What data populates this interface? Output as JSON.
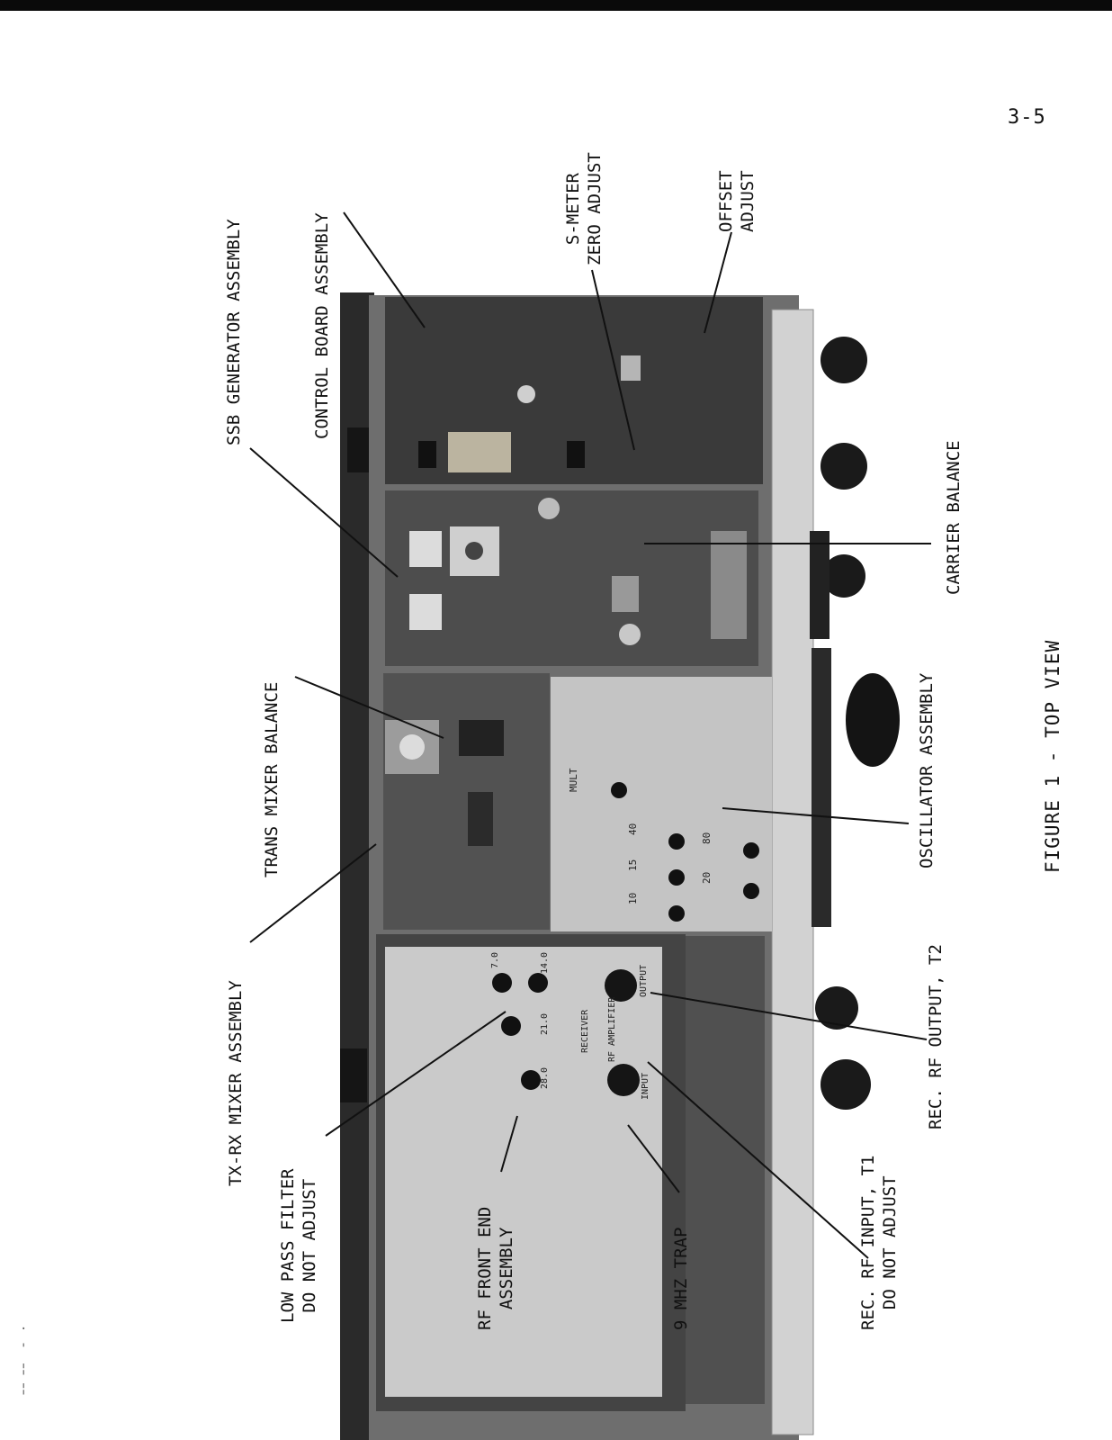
{
  "page_number": "3-5",
  "figure_caption": "FIGURE 1 - TOP VIEW",
  "callouts": {
    "ssb_generator": "SSB GENERATOR ASSEMBLY",
    "control_board": "CONTROL BOARD ASSEMBLY",
    "s_meter_zero": "S-METER\nZERO ADJUST",
    "offset_adjust": "OFFSET\nADJUST",
    "carrier_balance": "CARRIER BALANCE",
    "trans_mixer_balance": "TRANS MIXER BALANCE",
    "oscillator_assembly": "OSCILLATOR ASSEMBLY",
    "tx_rx_mixer": "TX-RX MIXER ASSEMBLY",
    "rec_rf_output": "REC. RF OUTPUT, T2",
    "low_pass_filter": "LOW PASS FILTER\nDO NOT ADJUST",
    "rf_front_end": "RF FRONT END\nASSEMBLY",
    "mhz_trap": "9 MHZ TRAP",
    "rec_rf_input": "REC. RF INPUT, T1\nDO NOT ADJUST"
  },
  "panel_markings": {
    "mult": "MULT",
    "band_10": "10",
    "band_15": "15",
    "band_20": "20",
    "band_40": "40",
    "band_80": "80",
    "rf_70": "7.0",
    "rf_140": "14.0",
    "rf_210": "21.0",
    "rf_280": "28.0",
    "receiver": "RECEIVER",
    "rf_amplifier": "RF AMPLIFIER",
    "output": "OUTPUT",
    "input": "INPUT"
  }
}
